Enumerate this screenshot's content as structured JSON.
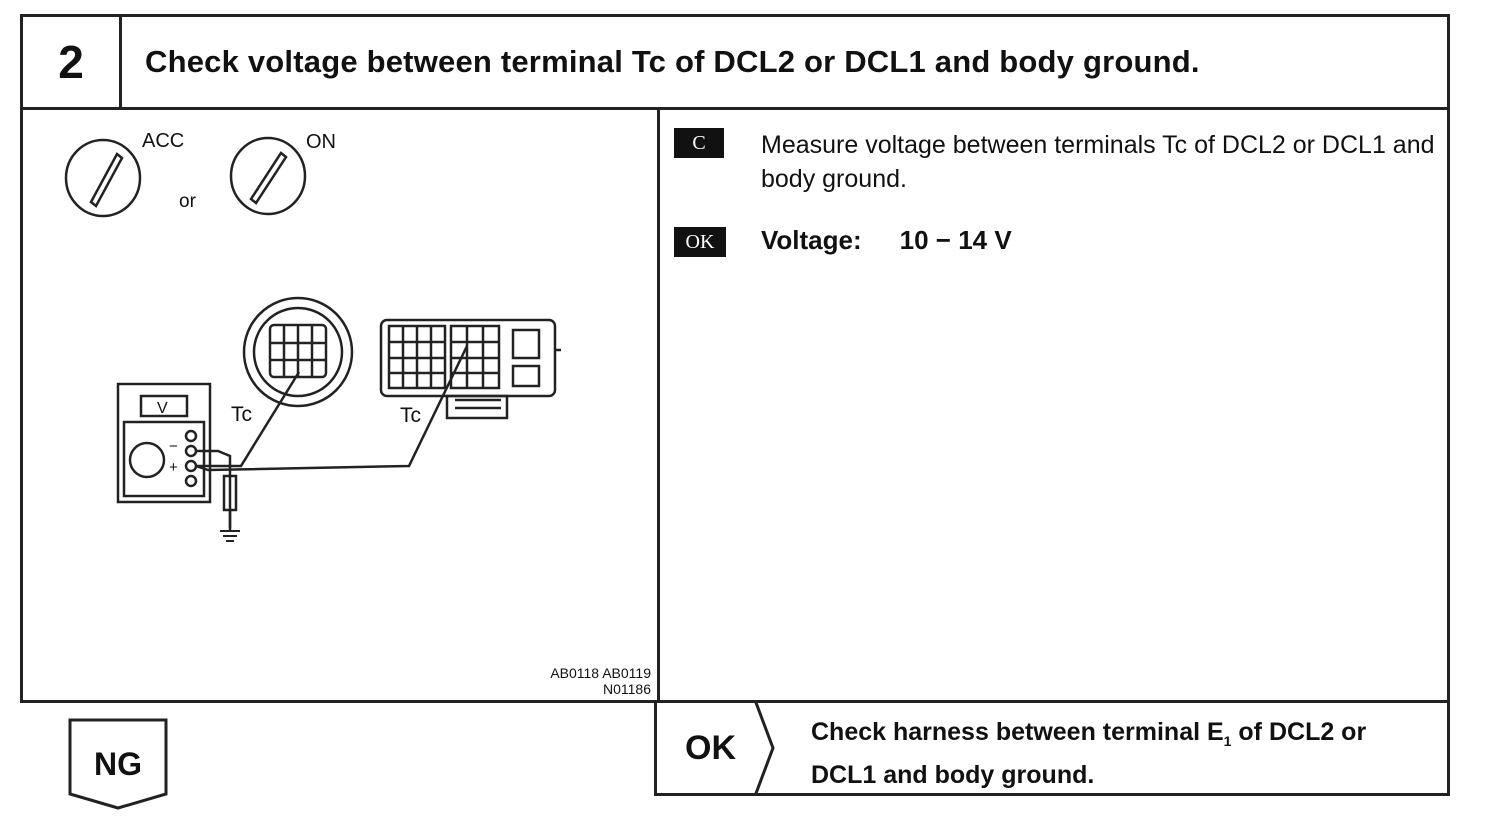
{
  "step": {
    "number": "2",
    "title": "Check voltage between terminal Tc of DCL2 or DCL1 and body ground."
  },
  "diagram": {
    "switch_left_label": "ACC",
    "switch_or_label": "or",
    "switch_right_label": "ON",
    "meter_label": "V",
    "meter_minus": "−",
    "meter_plus": "+",
    "terminal_left_label": "Tc",
    "terminal_right_label": "Tc",
    "figure_codes_line1": "AB0118 AB0119",
    "figure_codes_line2": "N01186"
  },
  "instructions": {
    "check_badge": "C",
    "measure_text": "Measure voltage between terminals Tc of DCL2 or DCL1 and body ground.",
    "ok_badge": "OK",
    "voltage_label": "Voltage:",
    "voltage_value": "10 − 14 V"
  },
  "ng_result": {
    "label": "NG"
  },
  "ok_result": {
    "label": "OK",
    "text_before_subscript": "Check harness between terminal E",
    "subscript": "1",
    "text_after_subscript": " of DCL2 or DCL1 and body ground."
  }
}
